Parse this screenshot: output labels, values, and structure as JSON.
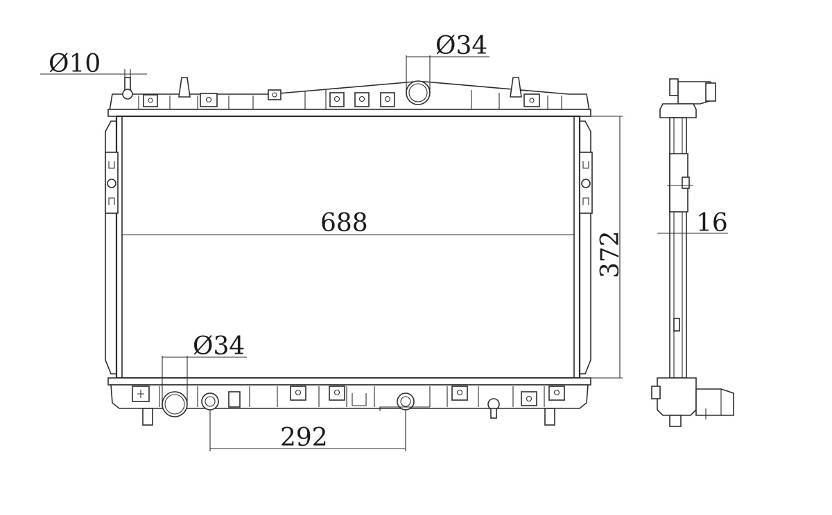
{
  "dimensions": {
    "inlet_top_diameter": "Ø34",
    "outlet_bottom_diameter": "Ø34",
    "vent_diameter": "Ø10",
    "core_width": "688",
    "core_height": "372",
    "bottom_pipe_spacing": "292",
    "core_thickness": "16"
  },
  "colors": {
    "line": "#2b2b2b",
    "background": "#ffffff"
  }
}
